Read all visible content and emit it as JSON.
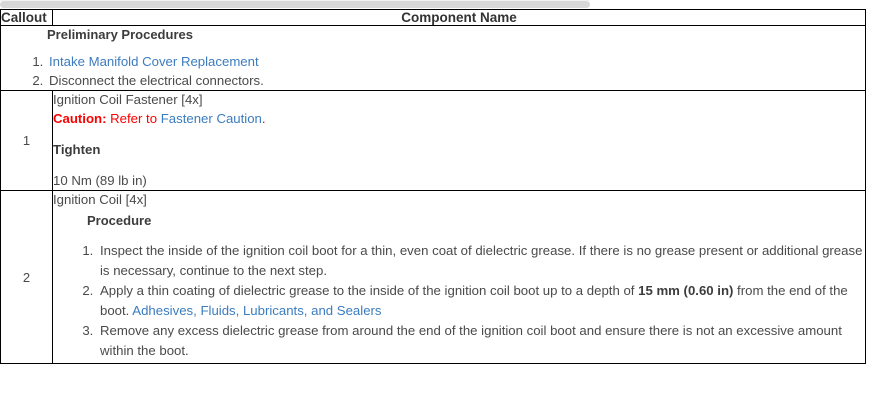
{
  "scrollbar": {
    "name": "horizontal-scrollbar"
  },
  "table": {
    "headers": {
      "callout": "Callout",
      "component_name": "Component Name"
    },
    "preliminary": {
      "title": "Preliminary Procedures",
      "steps": [
        {
          "text": "Intake Manifold Cover Replacement",
          "is_link": true
        },
        {
          "text": "Disconnect the electrical connectors.",
          "is_link": false
        }
      ]
    },
    "rows": [
      {
        "callout": "1",
        "component_name": "Ignition Coil Fastener [4x]",
        "caution_label": "Caution:",
        "caution_text": " Refer to ",
        "caution_link": "Fastener Caution",
        "caution_period": ".",
        "tighten_label": "Tighten",
        "torque": "10 Nm  (89 lb in)"
      },
      {
        "callout": "2",
        "component_name": "Ignition Coil [4x]",
        "procedure_title": "Procedure",
        "steps": [
          {
            "pre": "Inspect the inside of the ignition coil boot for a thin, even coat of dielectric grease. If there is no grease present or additional grease is necessary, continue to the next step.",
            "bold": "",
            "post": "",
            "link": "",
            "tail": ""
          },
          {
            "pre": "Apply a thin coating of dielectric grease to the inside of the ignition coil boot up to a depth of ",
            "bold": "15 mm (0.60 in)",
            "post": " from the end of the boot. ",
            "link": "Adhesives, Fluids, Lubricants, and Sealers",
            "tail": ""
          },
          {
            "pre": "Remove any excess dielectric grease from around the end of the ignition coil boot and ensure there is not an excessive amount within the boot.",
            "bold": "",
            "post": "",
            "link": "",
            "tail": ""
          }
        ]
      }
    ]
  }
}
